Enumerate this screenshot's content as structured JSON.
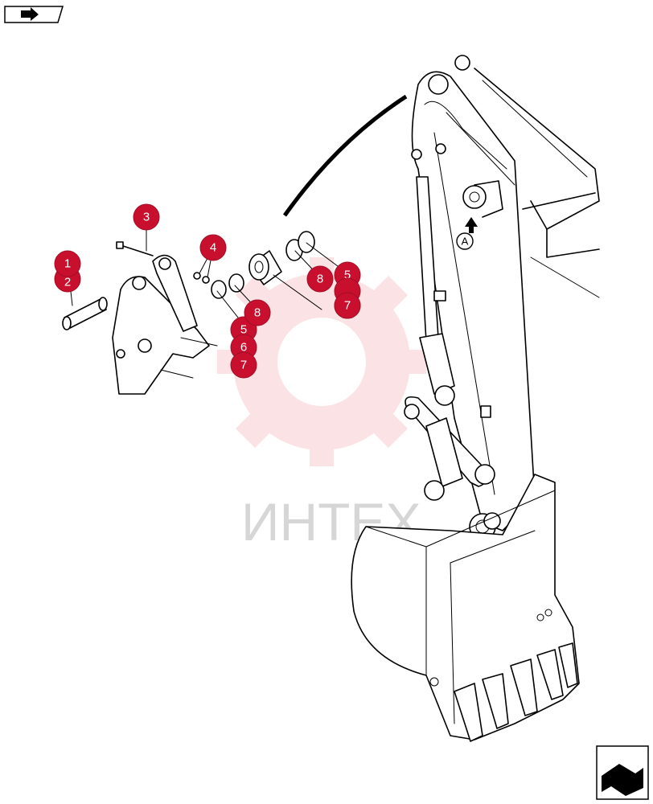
{
  "watermark": {
    "text": "ИНТЕХ",
    "color": "#e8283c"
  },
  "view_label": "A",
  "callouts": [
    "1",
    "2",
    "3",
    "4",
    "5",
    "8",
    "8",
    "5",
    "6",
    "7",
    "7"
  ],
  "nav": {
    "prev_icon": "arrow-left-icon",
    "next_icon": "arrow-right-icon"
  },
  "colors": {
    "callout": "#c8102e",
    "line": "#000000"
  }
}
